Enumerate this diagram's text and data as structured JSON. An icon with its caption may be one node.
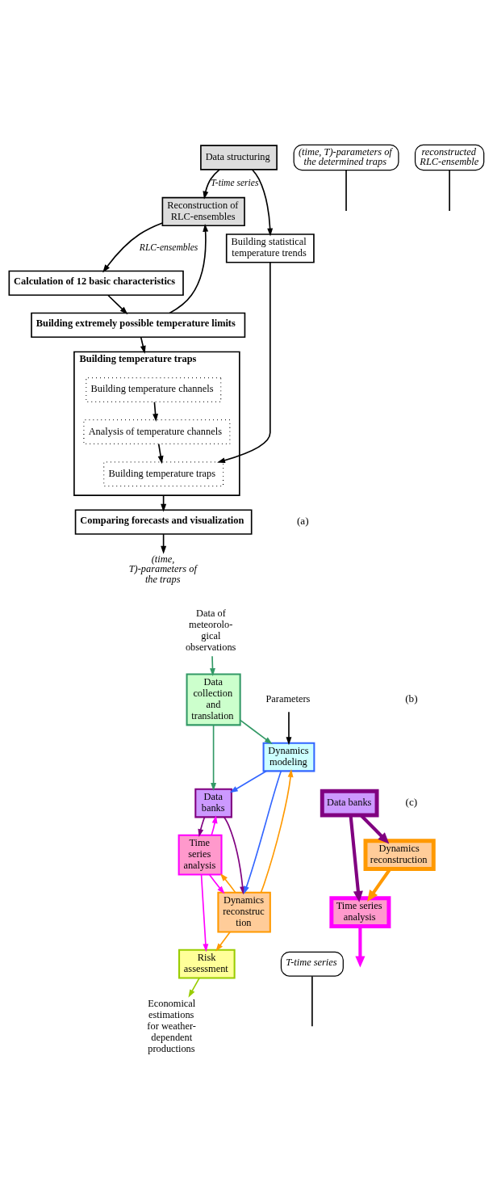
{
  "diagram": {
    "nodes": [
      {
        "text": [
          "Data structuring"
        ]
      },
      {
        "text": [
          "Reconstruction of RLC-ensembles"
        ]
      },
      {
        "text": [
          "Building statistical temperature trends"
        ]
      },
      {
        "text": [
          "Calculation of 12 basic characteristics"
        ]
      },
      {
        "text": [
          "Building extremely possible temperature limits"
        ]
      },
      {
        "text": [
          "Building temperature traps"
        ]
      },
      {
        "text": [
          "Building temperature channels"
        ],
        "in": 5
      },
      {
        "text": [
          "Analysis of temperature channels"
        ],
        "in": 5
      },
      {
        "text": [
          "Building temperature traps"
        ],
        "in": 5
      },
      {
        "text": [
          "Comparing forecasts and visualization"
        ]
      },
      {
        "text": [
          "(time, T)-parameters of the traps"
        ]
      },
      {
        "text": [
          "Data collection and translation"
        ]
      },
      {
        "text": [
          "Data banks"
        ]
      },
      {
        "text": [
          "Time series analysis"
        ]
      },
      {
        "text": [
          "Risk assessment"
        ]
      },
      {
        "text": [
          "Dynamics modeling"
        ]
      },
      {
        "text": [
          "Dynamics reconstruc tion"
        ]
      },
      {
        "text": [
          "Data of meteorolo- gical observations"
        ]
      },
      {
        "text": [
          "Parameters"
        ]
      },
      {
        "text": [
          "Economical estimations for weather- dependent productions"
        ]
      },
      {
        "text": [
          "Data banks"
        ]
      },
      {
        "text": [
          "Time series analysis"
        ]
      },
      {
        "text": [
          "Dynamics reconstruction"
        ]
      },
      {
        "text": [
          "T-time series"
        ]
      },
      {
        "text": [
          "(time, T)-parameters of the determined traps"
        ]
      },
      {
        "text": [
          "reconstructed RLC-ensemble"
        ]
      }
    ],
    "edges": [
      {
        "from": 0,
        "to": 1,
        "arrow": "to",
        "label": "T-time series"
      },
      {
        "from": 0,
        "to": 2,
        "arrow": "to"
      },
      {
        "from": 4,
        "to": 1,
        "arrow": "to"
      },
      {
        "from": 1,
        "to": 3,
        "arrow": "to",
        "label": "RLC-ensembles"
      },
      {
        "from": 3,
        "to": 4,
        "arrow": "to"
      },
      {
        "from": 4,
        "to": 5,
        "arrow": "to"
      },
      {
        "from": 6,
        "to": 7,
        "arrow": "to"
      },
      {
        "from": 7,
        "to": 8,
        "arrow": "to"
      },
      {
        "from": 2,
        "to": 8,
        "arrow": "to"
      },
      {
        "from": 5,
        "to": 9,
        "arrow": "to"
      },
      {
        "from": 9,
        "to": 10,
        "arrow": "to"
      },
      {
        "from": 17,
        "to": 11,
        "arrow": "to",
        "color": "#339966"
      },
      {
        "from": 11,
        "to": 12,
        "arrow": "to",
        "color": "#339966"
      },
      {
        "from": 11,
        "to": 15,
        "arrow": "to",
        "color": "#339966"
      },
      {
        "from": 18,
        "to": 15,
        "arrow": "to"
      },
      {
        "from": 12,
        "to": 13,
        "arrow": "to",
        "color": "#800080"
      },
      {
        "from": 12,
        "to": 16,
        "arrow": "to",
        "color": "#800080"
      },
      {
        "from": 13,
        "to": 12,
        "arrow": "to",
        "color": "#ff00ff"
      },
      {
        "from": 13,
        "to": 14,
        "arrow": "to",
        "color": "#ff00ff"
      },
      {
        "from": 13,
        "to": 16,
        "arrow": "to",
        "color": "#ff00ff"
      },
      {
        "from": 15,
        "to": 12,
        "arrow": "to",
        "color": "#3366ff"
      },
      {
        "from": 15,
        "to": 16,
        "arrow": "to",
        "color": "#3366ff"
      },
      {
        "from": 16,
        "to": 13,
        "arrow": "to",
        "color": "#ff9900"
      },
      {
        "from": 16,
        "to": 14,
        "arrow": "to",
        "color": "#ff9900"
      },
      {
        "from": 16,
        "to": 15,
        "arrow": "to",
        "color": "#ff9900"
      },
      {
        "from": 14,
        "to": 19,
        "arrow": "to",
        "color": "#99cc00"
      },
      {
        "from": 20,
        "to": 21,
        "arrow": "to",
        "style": "thick",
        "color": "#800080"
      },
      {
        "from": 20,
        "to": 22,
        "arrow": "to",
        "style": "thick",
        "color": "#800080"
      },
      {
        "from": 22,
        "to": 21,
        "arrow": "to",
        "style": "thick",
        "color": "#ff9900"
      },
      {
        "from": 21,
        "to": null,
        "arrow": "to",
        "style": "thick",
        "color": "#ff00ff"
      },
      {
        "from": 23,
        "to": null,
        "arrow": "none"
      },
      {
        "from": 24,
        "to": null,
        "arrow": "none"
      },
      {
        "from": 25,
        "to": null,
        "arrow": "none"
      }
    ],
    "labels": [
      "(a)",
      "(b)",
      "(c)"
    ]
  }
}
